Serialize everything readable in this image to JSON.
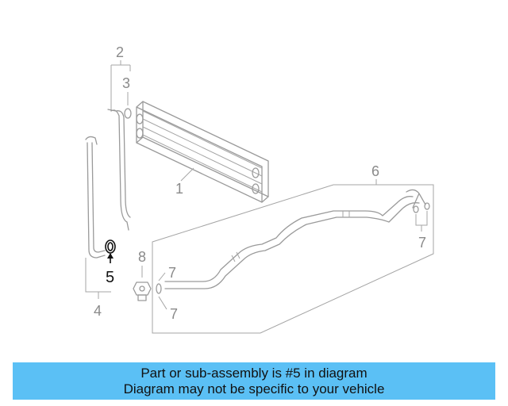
{
  "callouts": {
    "c1": "1",
    "c2": "2",
    "c3": "3",
    "c4": "4",
    "c5": "5",
    "c6": "6",
    "c7a": "7",
    "c7b": "7",
    "c7c": "7",
    "c8": "8"
  },
  "highlight_color": "#111111",
  "caption": {
    "background": "#5bc0f5",
    "line1": "Part or sub-assembly is #5 in diagram",
    "line2": "Diagram may not be specific to your vehicle"
  }
}
